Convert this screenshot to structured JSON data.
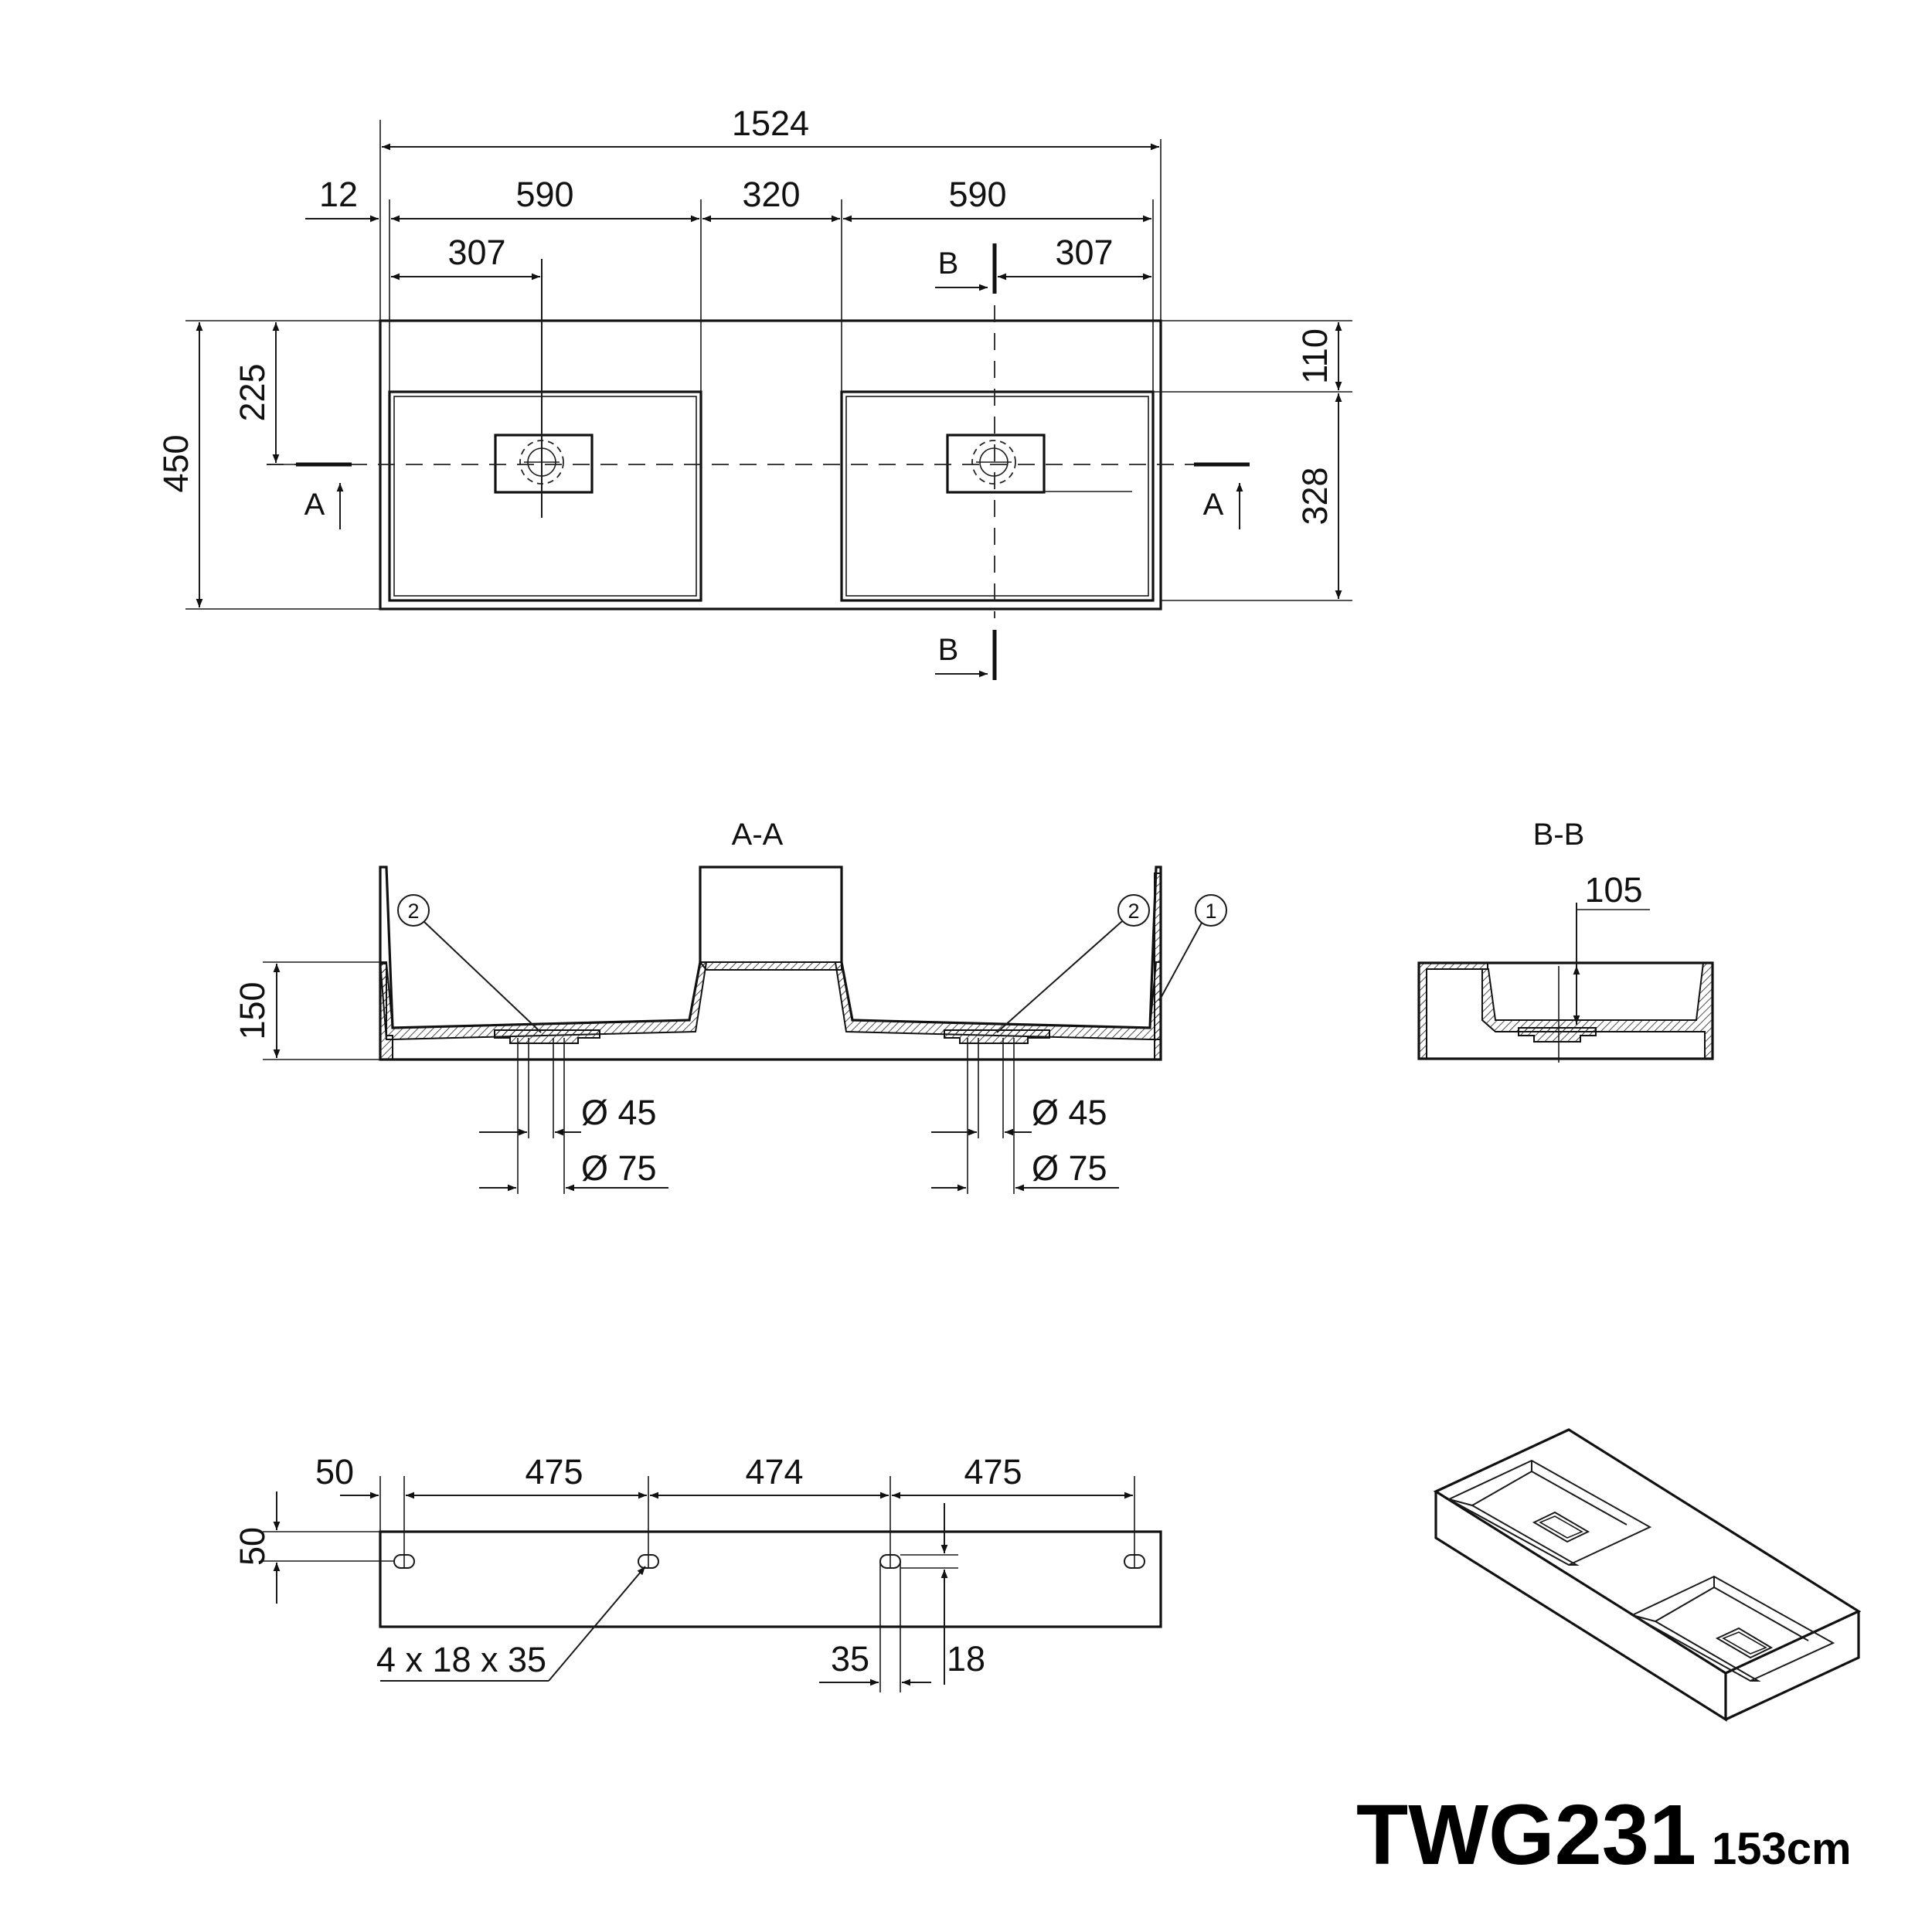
{
  "product": {
    "model": "TWG231",
    "size": "153cm"
  },
  "top_view": {
    "overall_width": "1524",
    "edge_offset": "12",
    "basin_width_left": "590",
    "gap_between_basins": "320",
    "basin_width_right": "590",
    "drain_offset_left": "307",
    "drain_offset_right": "307",
    "depth_total": "450",
    "drain_from_back": "225",
    "back_rim": "110",
    "basin_depth": "328",
    "section_a": "A",
    "section_b": "B"
  },
  "section_aa": {
    "title": "A-A",
    "height": "150",
    "drain_inner_left": "Ø 45",
    "drain_outer_left": "Ø 75",
    "drain_inner_right": "Ø 45",
    "drain_outer_right": "Ø 75",
    "callout_drain": "2",
    "callout_body": "1"
  },
  "section_bb": {
    "title": "B-B",
    "depth": "105"
  },
  "bottom_view": {
    "offset_left": "50",
    "spacing_1": "475",
    "spacing_2": "474",
    "spacing_3": "475",
    "offset_top": "50",
    "slot_spec": "4 x 18 x 35",
    "slot_length": "35",
    "slot_width": "18"
  }
}
